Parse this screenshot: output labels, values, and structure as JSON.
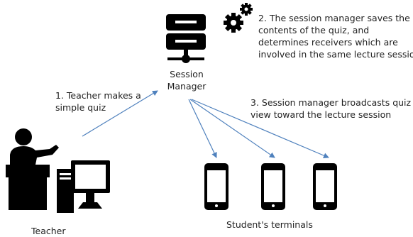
{
  "session_manager": {
    "label": "Session\nManager"
  },
  "steps": {
    "step1": "1. Teacher makes a\nsimple quiz",
    "step2": "2. The session manager saves the\ncontents of the quiz, and\ndetermines receivers which are\ninvolved in the same lecture session",
    "step3": "3. Session manager broadcasts quiz\nview toward the lecture session"
  },
  "teacher": {
    "label": "Teacher"
  },
  "students": {
    "label": "Student's terminals"
  },
  "colors": {
    "arrow": "#4f81bd",
    "icon": "#000000"
  },
  "icons": [
    "server-icon",
    "gear-icon",
    "teacher-icon",
    "computer-icon",
    "smartphone-icon"
  ]
}
